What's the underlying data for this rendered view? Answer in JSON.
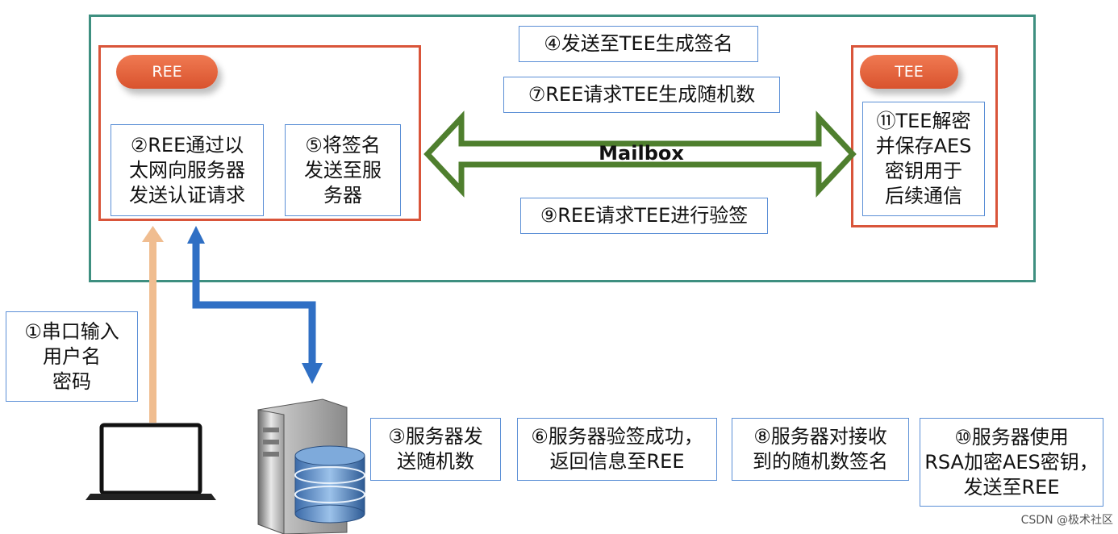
{
  "frames": {
    "ree_badge": "REE",
    "tee_badge": "TEE"
  },
  "steps": {
    "s1": "①串口输入\n用户名\n密码",
    "s2": "②REE通过以\n太网向服务器\n发送认证请求",
    "s3": "③服务器发\n送随机数",
    "s4": "④发送至TEE生成签名",
    "s5": "⑤将签名\n发送至服\n务器",
    "s6": "⑥服务器验签成功，\n返回信息至REE",
    "s7": "⑦REE请求TEE生成随机数",
    "s8": "⑧服务器对接收\n到的随机数签名",
    "s9": "⑨REE请求TEE进行验签",
    "s10": "⑩服务器使用\nRSA加密AES密钥，\n发送至REE",
    "s11": "⑪TEE解密\n并保存AES\n密钥用于\n后续通信"
  },
  "mailbox": "Mailbox",
  "watermark": "CSDN @极术社区",
  "colors": {
    "outer_border": "#3e8f80",
    "frame_border": "#d9553a",
    "box_border": "#5b8fd6",
    "mailbox_arrow": "#4f7f2e",
    "serial_arrow": "#f0bd90",
    "ethernet_arrow": "#2f6fc4"
  },
  "icons": {
    "laptop": "laptop-icon",
    "server": "server-database-icon"
  }
}
